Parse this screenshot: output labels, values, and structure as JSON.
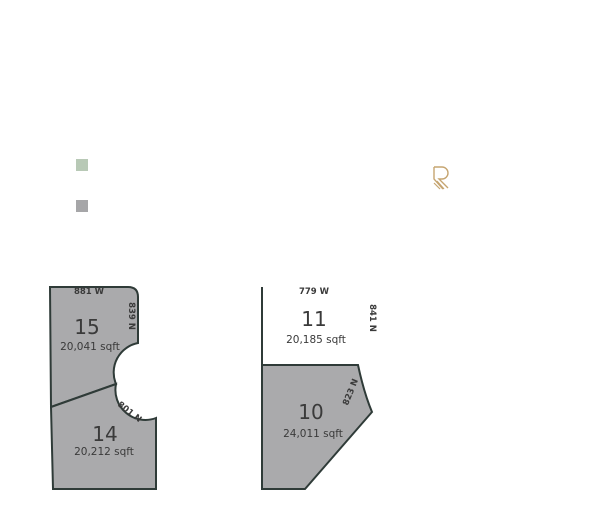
{
  "colors": {
    "available": "#b8c9b6",
    "sold": "#a6a6a8",
    "lot_fill": "#aaaaac",
    "lot_border": "#2f3b38",
    "logo": "#c6a571",
    "text": "#3a3a3a"
  },
  "legend": {
    "items": [
      {
        "icon": "available-swatch",
        "color": "#b8c9b6"
      },
      {
        "icon": "sold-swatch",
        "color": "#a6a6a8"
      }
    ]
  },
  "logo": {
    "icon": "r-monogram-logo"
  },
  "lots": [
    {
      "number": "15",
      "area": "20,041 sqft",
      "status": "sold",
      "addresses": [
        "881 W",
        "839 N"
      ]
    },
    {
      "number": "14",
      "area": "20,212 sqft",
      "status": "sold",
      "addresses": [
        "801 N"
      ]
    },
    {
      "number": "11",
      "area": "20,185 sqft",
      "status": "open",
      "addresses": [
        "779 W",
        "841 N"
      ]
    },
    {
      "number": "10",
      "area": "24,011 sqft",
      "status": "sold",
      "addresses": [
        "823 N"
      ]
    }
  ]
}
